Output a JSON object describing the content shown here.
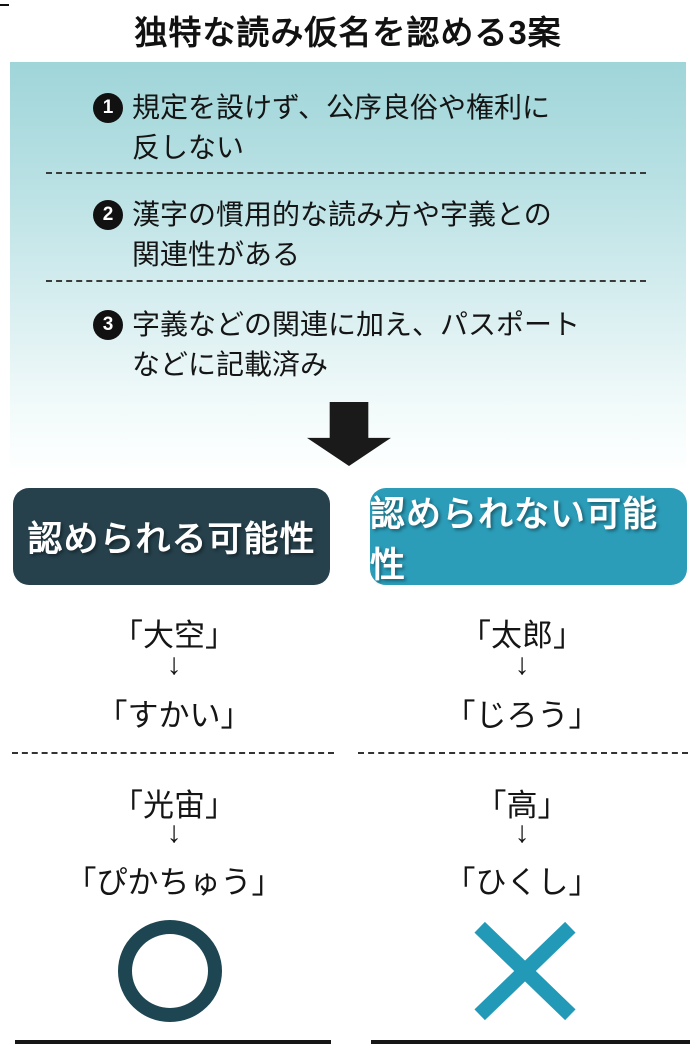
{
  "title": "独特な読み仮名を認める3案",
  "proposals": {
    "items": [
      {
        "num": "1",
        "line1": "規定を設けず、公序良俗や権利に",
        "line2": "反しない"
      },
      {
        "num": "2",
        "line1": "漢字の慣用的な読み方や字義との",
        "line2": "関連性がある"
      },
      {
        "num": "3",
        "line1": "字義などの関連に加え、パスポート",
        "line2": "などに記載済み"
      }
    ]
  },
  "glyphs": {
    "down_arrow": "↓"
  },
  "columns": [
    {
      "header": "認められる可能性",
      "examples": [
        {
          "from": "「大空」",
          "to": "「すかい」"
        },
        {
          "from": "「光宙」",
          "to": "「ぴかちゅう」"
        }
      ],
      "verdict": "circle"
    },
    {
      "header": "認められない可能性",
      "examples": [
        {
          "from": "「太郎」",
          "to": "「じろう」"
        },
        {
          "from": "「高」",
          "to": "「ひくし」"
        }
      ],
      "verdict": "cross"
    }
  ],
  "colors": {
    "accepted_header_bg": "#26414c",
    "rejected_header_bg": "#2b9db9",
    "circle_stroke": "#1d4652",
    "cross_stroke": "#2199b7",
    "panel_gradient_top": "#9fd5d9",
    "panel_gradient_bottom": "#fdffff",
    "arrow_fill": "#1a1a1a",
    "text": "#151515"
  }
}
